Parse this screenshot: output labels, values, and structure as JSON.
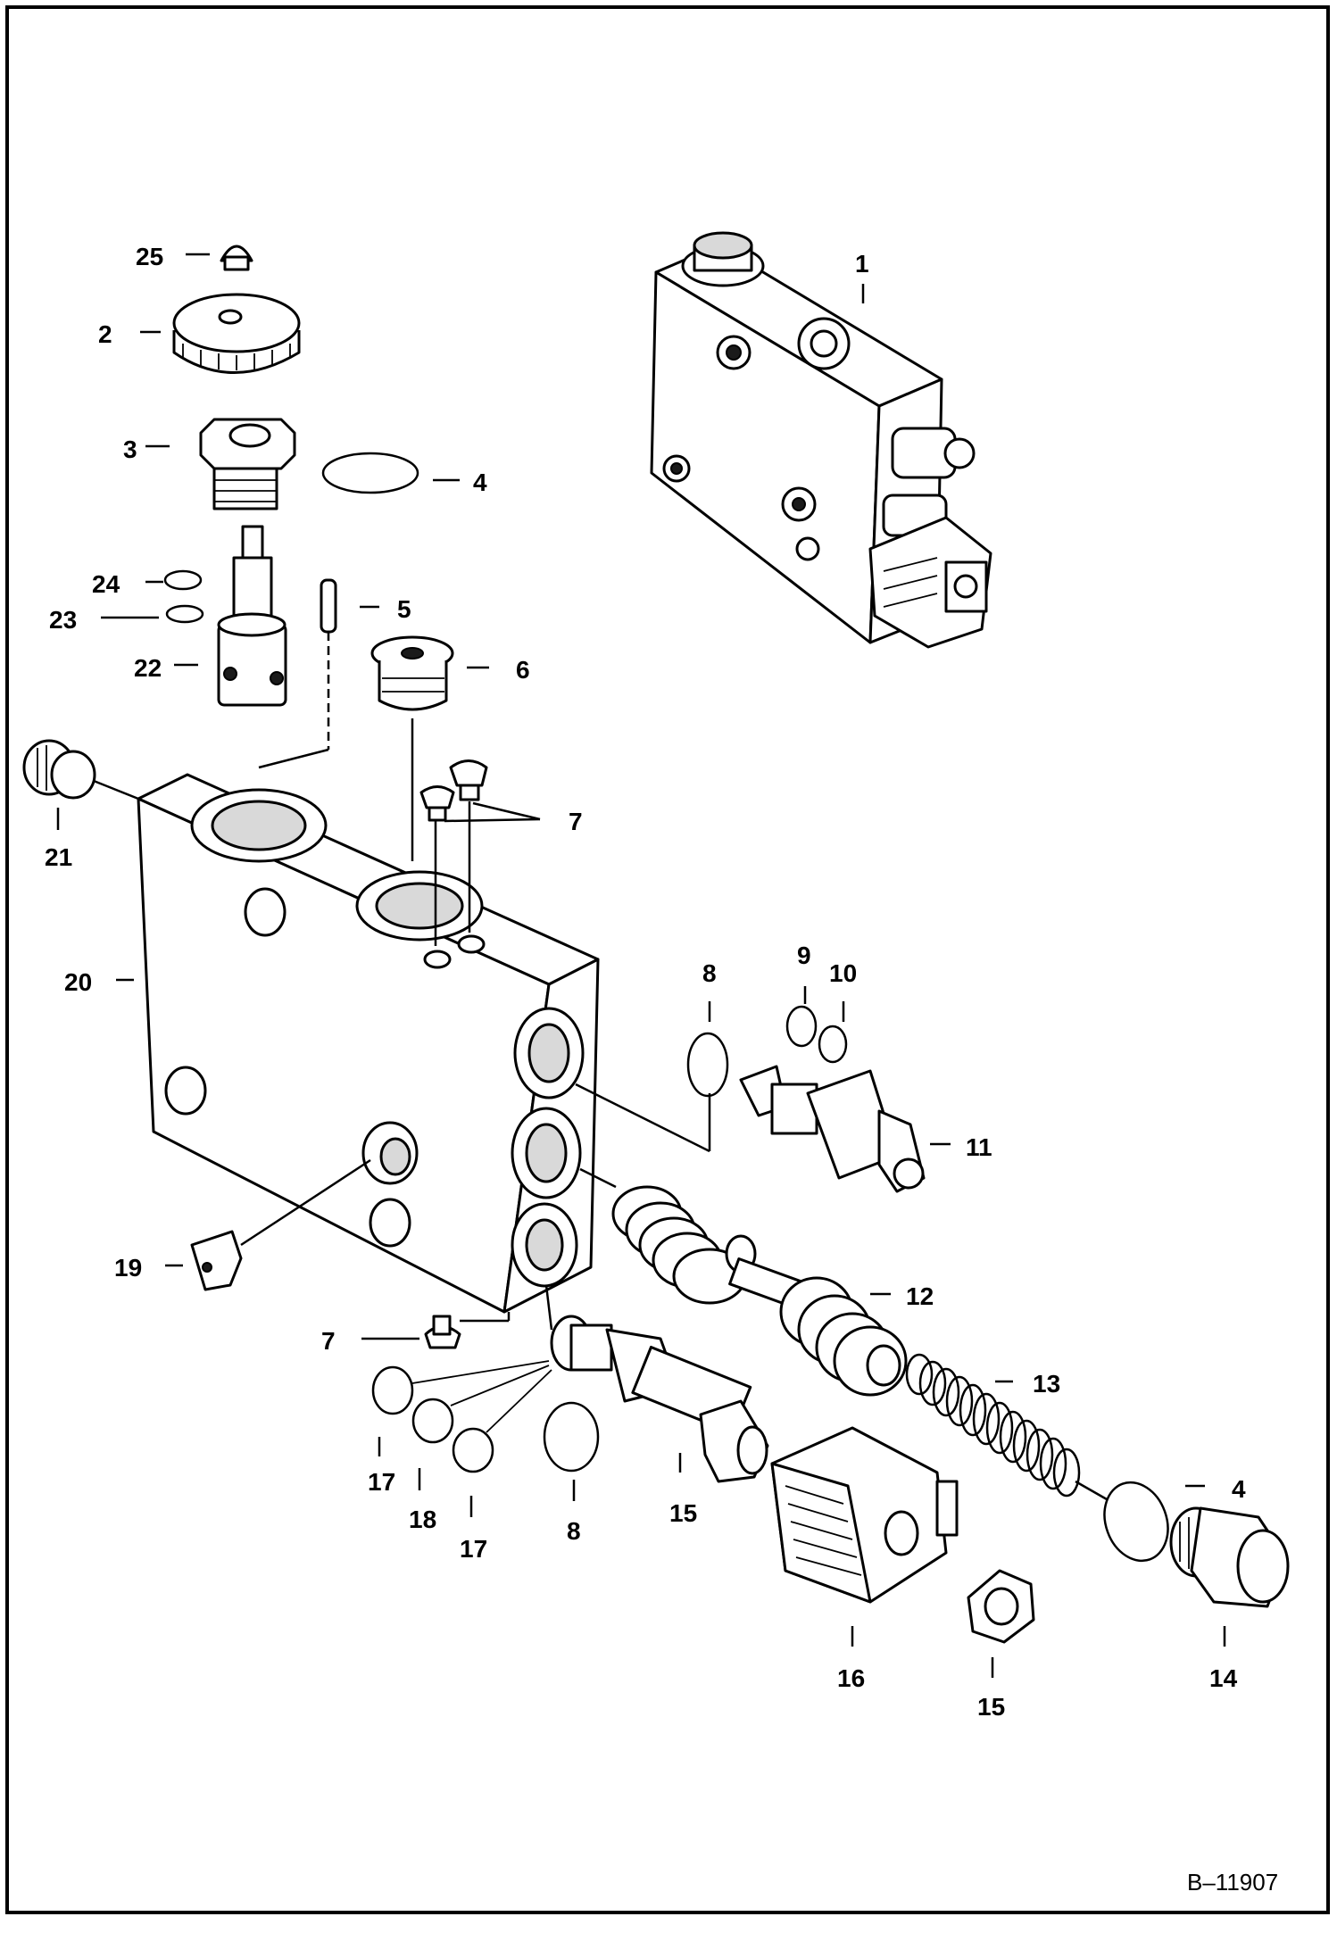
{
  "drawing_number": "B–11907",
  "callouts": {
    "c1": "1",
    "c2": "2",
    "c3": "3",
    "c4a": "4",
    "c4b": "4",
    "c5": "5",
    "c6": "6",
    "c7a": "7",
    "c7b": "7",
    "c8a": "8",
    "c8b": "8",
    "c9": "9",
    "c10": "10",
    "c11": "11",
    "c12": "12",
    "c13": "13",
    "c14": "14",
    "c15a": "15",
    "c15b": "15",
    "c16": "16",
    "c17a": "17",
    "c17b": "17",
    "c18": "18",
    "c19": "19",
    "c20": "20",
    "c21": "21",
    "c22": "22",
    "c23": "23",
    "c24": "24",
    "c25": "25"
  }
}
